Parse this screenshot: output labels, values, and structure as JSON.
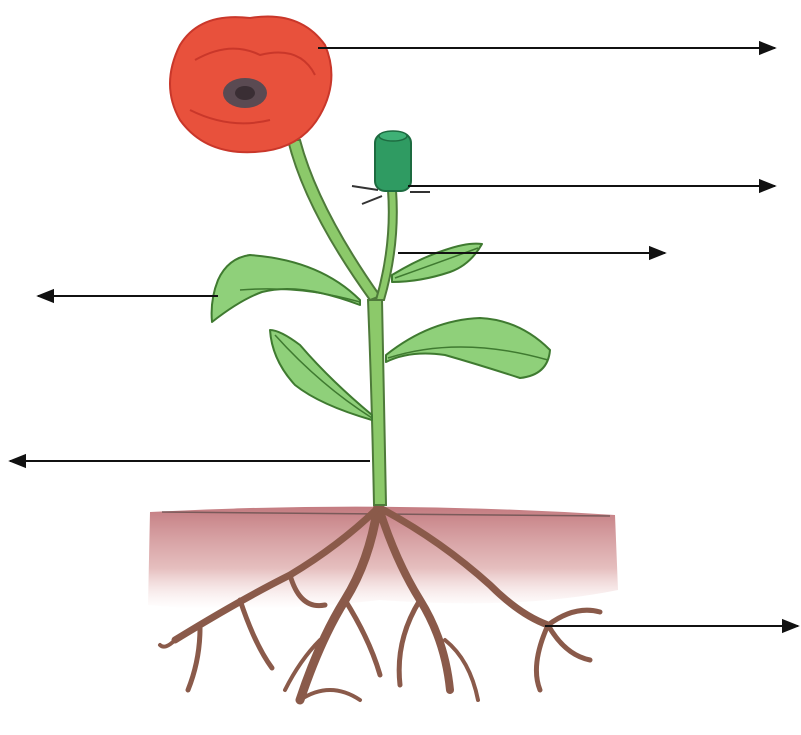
{
  "diagram": {
    "subject": "poppy-plant",
    "parts": [
      "flower",
      "bud",
      "stem-branch",
      "leaf",
      "stem",
      "roots"
    ],
    "label_arrows": [
      {
        "points_to": "flower",
        "direction": "right"
      },
      {
        "points_to": "bud",
        "direction": "right"
      },
      {
        "points_to": "stem-branch",
        "direction": "right"
      },
      {
        "points_to": "leaf",
        "direction": "left"
      },
      {
        "points_to": "stem",
        "direction": "left"
      },
      {
        "points_to": "roots",
        "direction": "right"
      }
    ]
  },
  "colors": {
    "petal": "#e8513c",
    "petal_dark": "#c9372a",
    "flower_center": "#5a4a52",
    "bud": "#2f9b62",
    "stem": "#8cc96a",
    "stem_outline": "#4e7a3a",
    "leaf": "#8fd07a",
    "leaf_outline": "#3f7a30",
    "soil": "#c9878a",
    "root": "#8a5a4a",
    "arrow": "#111111"
  }
}
